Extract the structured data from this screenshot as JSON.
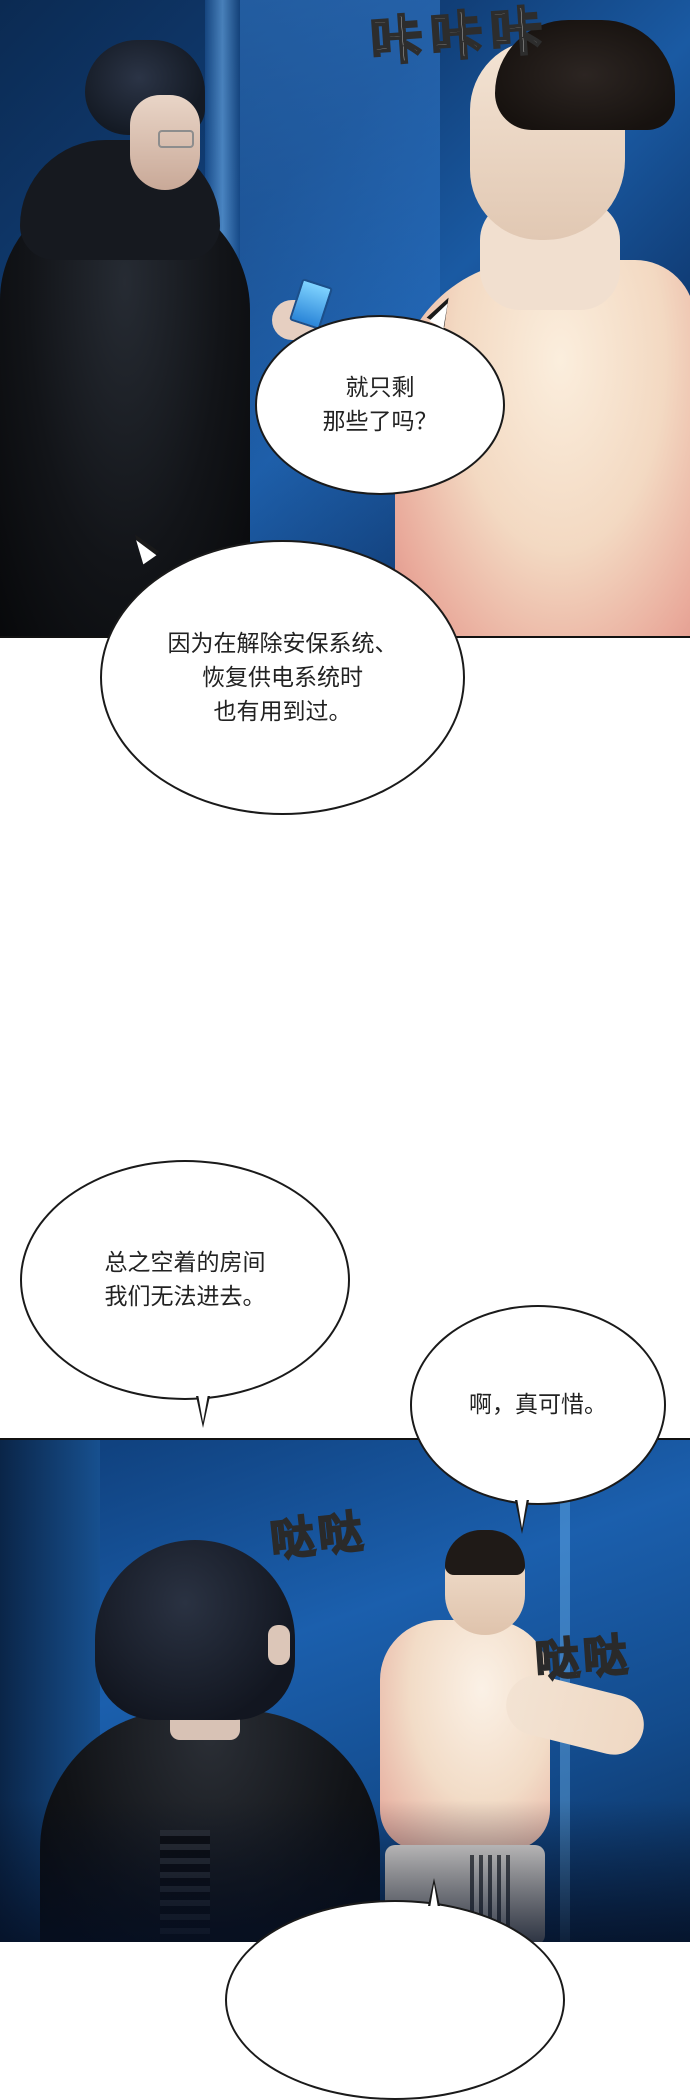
{
  "sfx": {
    "top": "咔咔咔",
    "footsteps_left": "哒哒",
    "footsteps_right": "哒哒"
  },
  "dialogue": [
    {
      "text": "就只剩\n那些了吗？"
    },
    {
      "text": "因为在解除安保系统、\n恢复供电系统时\n也有用到过。"
    },
    {
      "text": "总之空着的房间\n我们无法进去。"
    },
    {
      "text": "啊，真可惜。"
    },
    {
      "text": ""
    }
  ],
  "colors": {
    "background_blue": "#1a5aa3",
    "bubble_fill": "#ffffff",
    "bubble_outline": "#1a1a1a",
    "text": "#222222",
    "keycard": "#2a85d8"
  }
}
